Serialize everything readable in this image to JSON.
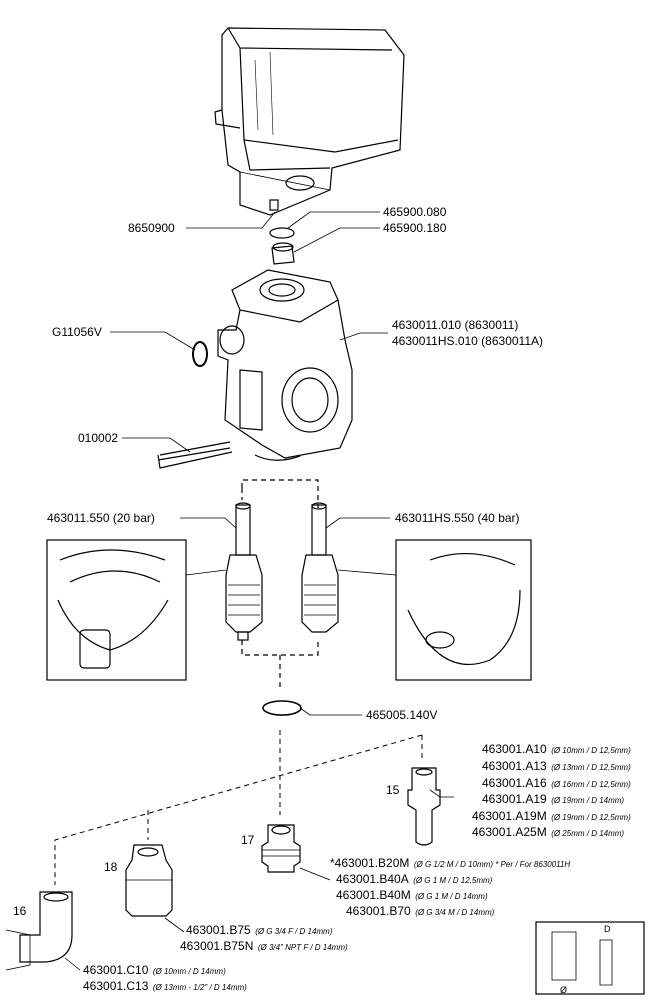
{
  "parts": {
    "p8650900": "8650900",
    "p465900_080": "465900.080",
    "p465900_180": "465900.180",
    "pG11056V": "G11056V",
    "p4630011_010": "4630011.010 (8630011)",
    "p4630011HS_010": "4630011HS.010 (8630011A)",
    "p010002": "010002",
    "p463011_550": "463011.550 (20 bar)",
    "p463011HS_550": "463011HS.550 (40 bar)",
    "p465005_140V": "465005.140V"
  },
  "group15": {
    "number": "15",
    "rows": [
      {
        "code": "463001.A10",
        "spec": "(Ø 10mm / D 12,5mm)"
      },
      {
        "code": "463001.A13",
        "spec": "(Ø 13mm / D 12,5mm)"
      },
      {
        "code": "463001.A16",
        "spec": "(Ø 16mm / D 12,5mm)"
      },
      {
        "code": "463001.A19",
        "spec": "(Ø 19mm / D 14mm)"
      },
      {
        "code": "463001.A19M",
        "spec": "(Ø 19mm / D 12,5mm)"
      },
      {
        "code": "463001.A25M",
        "spec": "(Ø 25mm / D 14mm)"
      }
    ]
  },
  "group17": {
    "number": "17",
    "rows": [
      {
        "code": "*463001.B20M",
        "spec": "(Ø G 1/2 M / D 10mm) * Per / For 8630011H"
      },
      {
        "code": "463001.B40A",
        "spec": "(Ø G 1 M / D 12,5mm)"
      },
      {
        "code": "463001.B40M",
        "spec": "(Ø G 1 M / D 14mm)"
      },
      {
        "code": "463001.B70",
        "spec": "(Ø G 3/4 M / D 14mm)"
      }
    ]
  },
  "group18": {
    "number": "18",
    "rows": [
      {
        "code": "463001.B75",
        "spec": "(Ø G 3/4 F / D 14mm)"
      },
      {
        "code": "463001.B75N",
        "spec": "(Ø 3/4\" NPT F / D 14mm)"
      }
    ]
  },
  "group16": {
    "number": "16",
    "rows": [
      {
        "code": "463001.C10",
        "spec": "(Ø 10mm / D 14mm)"
      },
      {
        "code": "463001.C13",
        "spec": "(Ø 13mm - 1/2\" / D 14mm)"
      }
    ]
  },
  "inset": {
    "label_d": "D",
    "label_o": "Ø"
  }
}
